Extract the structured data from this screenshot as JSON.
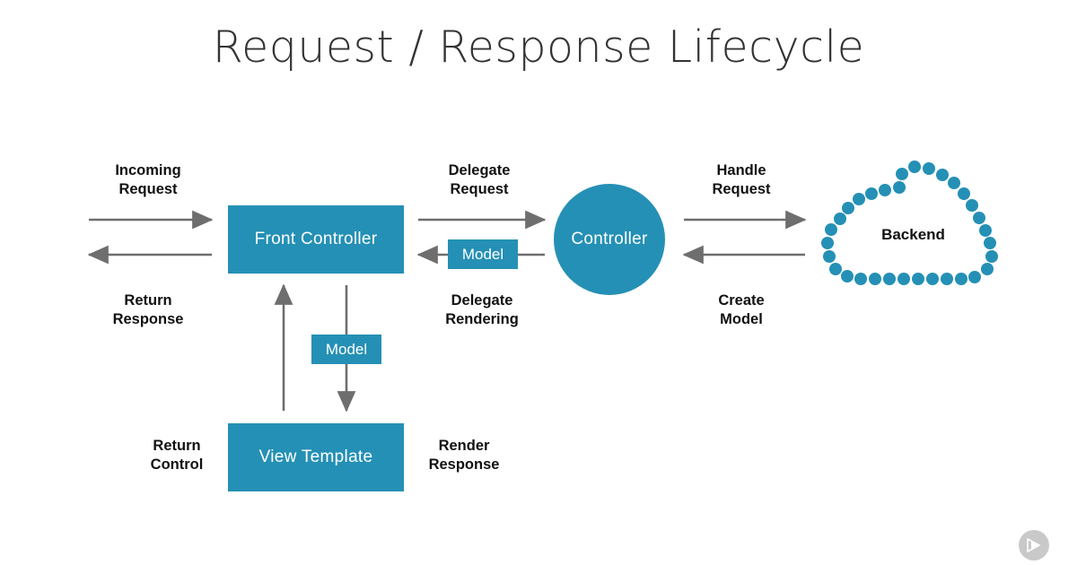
{
  "slide": {
    "title": "Request / Response Lifecycle",
    "background_color": "#ffffff"
  },
  "theme": {
    "accent_color": "#2590b5",
    "arrow_color": "#6e6e6e",
    "text_color": "#111111",
    "title_color": "#333333",
    "logo_color": "#c9c9c9"
  },
  "nodes": {
    "front_controller": {
      "label": "Front Controller",
      "shape": "rectangle"
    },
    "controller": {
      "label": "Controller",
      "shape": "circle"
    },
    "backend": {
      "label": "Backend",
      "shape": "dotted-cloud"
    },
    "view_template": {
      "label": "View Template",
      "shape": "rectangle"
    },
    "model_horizontal": {
      "label": "Model",
      "shape": "rectangle"
    },
    "model_vertical": {
      "label": "Model",
      "shape": "rectangle"
    }
  },
  "edge_labels": {
    "incoming_request": "Incoming\nRequest",
    "return_response": "Return\nResponse",
    "delegate_request": "Delegate\nRequest",
    "delegate_rendering": "Delegate\nRendering",
    "handle_request": "Handle\nRequest",
    "create_model": "Create\nModel",
    "return_control": "Return\nControl",
    "render_response": "Render\nResponse"
  },
  "logo": {
    "name": "play-triangle-logo"
  }
}
